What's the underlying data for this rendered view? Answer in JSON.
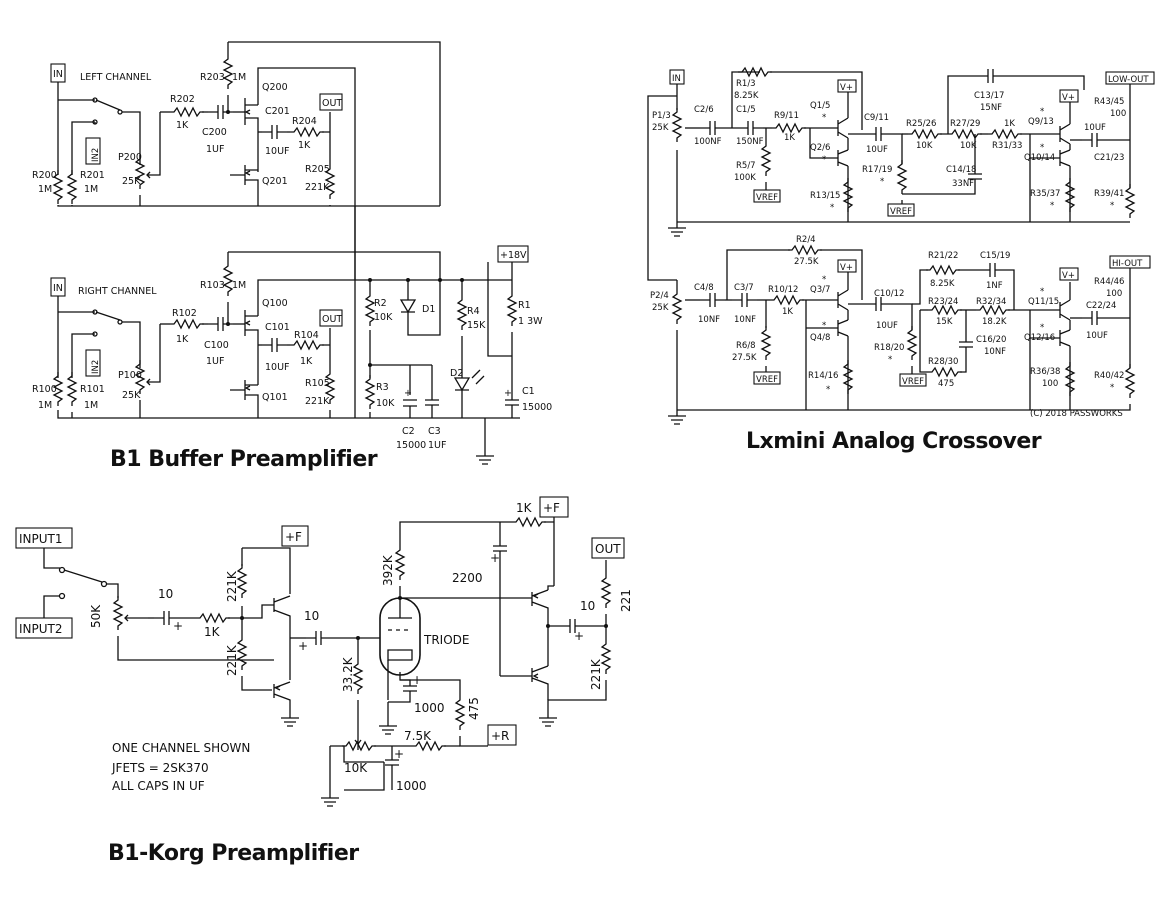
{
  "b1_buffer": {
    "title": "B1 Buffer Preamplifier",
    "left_channel": {
      "heading": "LEFT CHANNEL",
      "in_tag": "IN",
      "in2_tag": "IN2",
      "out_tag": "OUT",
      "r200": "R200",
      "r200_val": "1M",
      "r201": "R201",
      "r201_val": "1M",
      "p200": "P200",
      "p200_val": "25K",
      "r202": "R202",
      "r202_val": "1K",
      "c200": "C200",
      "c200_val": "1UF",
      "r203": "R203",
      "r203_val": "1M",
      "q200": "Q200",
      "q201": "Q201",
      "c201": "C201",
      "c201_val": "10UF",
      "r204": "R204",
      "r204_val": "1K",
      "r205": "R205",
      "r205_val": "221K"
    },
    "right_channel": {
      "heading": "RIGHT CHANNEL",
      "in_tag": "IN",
      "in2_tag": "IN2",
      "out_tag": "OUT",
      "r100": "R100",
      "r100_val": "1M",
      "r101": "R101",
      "r101_val": "1M",
      "p100": "P100",
      "p100_val": "25K",
      "r102": "R102",
      "r102_val": "1K",
      "c100": "C100",
      "c100_val": "1UF",
      "r103": "R103",
      "r103_val": "1M",
      "q100": "Q100",
      "q101": "Q101",
      "c101": "C101",
      "c101_val": "10UF",
      "r104": "R104",
      "r104_val": "1K",
      "r105": "R105",
      "r105_val": "221K"
    },
    "supply": {
      "v18_tag": "+18V",
      "r1": "R1",
      "r1_val": "1 3W",
      "r2": "R2",
      "r2_val": "10K",
      "r3": "R3",
      "r3_val": "10K",
      "r4": "R4",
      "r4_val": "15K",
      "d1": "D1",
      "d2": "D2",
      "c1": "C1",
      "c1_val": "15000",
      "c2": "C2",
      "c2_val": "15000",
      "c3": "C3",
      "c3_val": "1UF"
    }
  },
  "lxmini": {
    "title": "Lxmini Analog Crossover",
    "in_tag": "IN",
    "low_out_tag": "LOW-OUT",
    "hi_out_tag": "HI-OUT",
    "vplus_tag": "V+",
    "vref_tag": "VREF",
    "star": "*",
    "copyright": "(C) 2018 PASSWORKS",
    "top": {
      "p1_3": "P1/3",
      "p1_3_val": "25K",
      "c2_6": "C2/6",
      "c2_6_val": "100NF",
      "r1_3": "R1/3",
      "r1_3_val": "8.25K",
      "c1_5": "C1/5",
      "c1_5_val": "150NF",
      "r9_11": "R9/11",
      "r9_11_val": "1K",
      "r5_7": "R5/7",
      "r5_7_val": "100K",
      "q1_5": "Q1/5",
      "q2_6": "Q2/6",
      "r13_15": "R13/15",
      "c9_11": "C9/11",
      "c9_11_val": "10UF",
      "r17_19": "R17/19",
      "r25_26": "R25/26",
      "r25_26_val": "10K",
      "r27_29": "R27/29",
      "r27_29_val": "10K",
      "r31_33": "R31/33",
      "r31_33_val": "1K",
      "c13_17": "C13/17",
      "c13_17_val": "15NF",
      "c14_18": "C14/18",
      "c14_18_val": "33NF",
      "q9_13": "Q9/13",
      "q10_14": "Q10/14",
      "r35_37": "R35/37",
      "r43_45": "R43/45",
      "r43_45_val": "100",
      "c21_23": "C21/23",
      "c21_23_val": "10UF",
      "r39_41": "R39/41"
    },
    "bottom": {
      "p2_4": "P2/4",
      "p2_4_val": "25K",
      "c4_8": "C4/8",
      "c4_8_val": "10NF",
      "c3_7": "C3/7",
      "c3_7_val": "10NF",
      "r2_4": "R2/4",
      "r2_4_val": "27.5K",
      "r10_12": "R10/12",
      "r10_12_val": "1K",
      "r6_8": "R6/8",
      "r6_8_val": "27.5K",
      "q3_7": "Q3/7",
      "q4_8": "Q4/8",
      "r14_16": "R14/16",
      "c10_12": "C10/12",
      "c10_12_val": "10UF",
      "r18_20": "R18/20",
      "r21_22": "R21/22",
      "r21_22_val": "8.25K",
      "c15_19": "C15/19",
      "c15_19_val": "1NF",
      "r23_24": "R23/24",
      "r23_24_val": "15K",
      "r32_34": "R32/34",
      "r32_34_val": "18.2K",
      "c16_20": "C16/20",
      "c16_20_val": "10NF",
      "r28_30": "R28/30",
      "r28_30_val": "475",
      "q11_15": "Q11/15",
      "q12_16": "Q12/16",
      "r36_38": "R36/38",
      "r36_38_val": "100",
      "r44_46": "R44/46",
      "r44_46_val": "100",
      "c22_24": "C22/24",
      "c22_24_val": "10UF",
      "r40_42": "R40/42"
    }
  },
  "korg": {
    "title": "B1-Korg Preamplifier",
    "input1_tag": "INPUT1",
    "input2_tag": "INPUT2",
    "f_tag": "+F",
    "r_tag": "+R",
    "out_tag": "OUT",
    "pot_val": "50K",
    "cap_in_val": "10",
    "r_in_val": "1K",
    "r_top_val": "221K",
    "r_bot_val": "221K",
    "cap_mid_val": "10",
    "r_grid_val": "33.2K",
    "triode_label": "TRIODE",
    "r_plate_val": "392K",
    "cap_supply_val": "2200",
    "r_supply_val": "1K",
    "cap_cath_val": "1000",
    "r_cath_val": "475",
    "r_75_val": "7.5K",
    "pot2_val": "10K",
    "cap_bot_val": "1000",
    "cap_out_val": "10",
    "r_out_val": "221",
    "r_out2_val": "221K",
    "note1": "ONE CHANNEL SHOWN",
    "note2": "JFETS = 2SK370",
    "note3": "ALL CAPS IN UF"
  }
}
